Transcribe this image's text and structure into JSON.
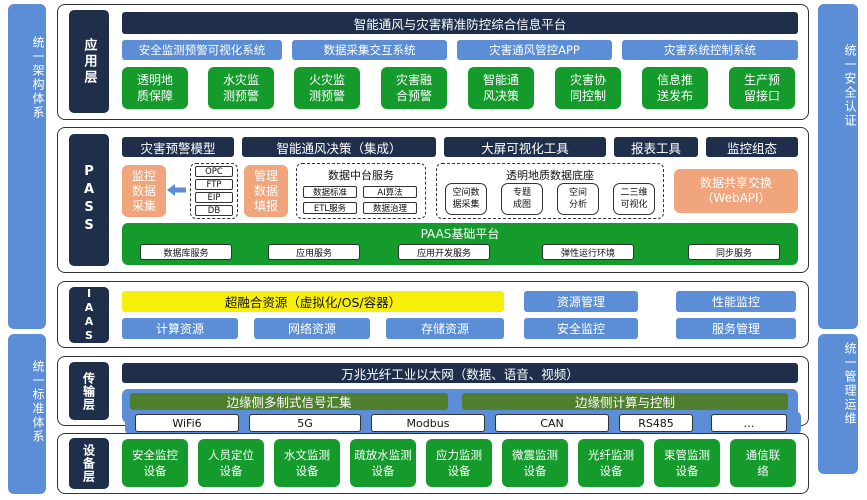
{
  "sidebars": {
    "left_top": "统一架构体系",
    "left_bottom": "统一标准体系",
    "right_top": "统一安全认证",
    "right_bottom": "统一管理运维"
  },
  "app_layer": {
    "label": "应用层",
    "title": "智能通风与灾害精准防控综合信息平台",
    "systems": [
      "安全监测预警可视化系统",
      "数据采集交互系统",
      "灾害通风管控APP",
      "灾害系统控制系统"
    ],
    "modules": [
      "透明地质保障",
      "水灾监测预警",
      "火灾监测预警",
      "灾害融合预警",
      "智能通风决策",
      "灾害协同控制",
      "信息推送发布",
      "生产预留接口"
    ]
  },
  "paas_layer": {
    "label": "PASS",
    "top_tools": [
      "灾害预警模型",
      "智能通风决策（集成）",
      "大屏可视化工具",
      "报表工具",
      "监控组态"
    ],
    "collect": "监控数据采集",
    "protocols": [
      "OPC",
      "FTP",
      "EIP",
      "DB"
    ],
    "manual": "管理数据填报",
    "data_center": {
      "title": "数据中台服务",
      "items": [
        "数据标准",
        "AI算法",
        "ETL服务",
        "数据治理"
      ]
    },
    "geo_base": {
      "title": "透明地质数据底座",
      "items": [
        "空间数据采集",
        "专题成图",
        "空间分析",
        "二三维可视化"
      ]
    },
    "share": "数据共享交换（WebAPI）",
    "platform": {
      "title": "PAAS基础平台",
      "services": [
        "数据库服务",
        "应用服务",
        "应用开发服务",
        "弹性运行环境",
        "同步服务"
      ]
    }
  },
  "iaas_layer": {
    "label": "IAAS",
    "converged": "超融合资源（虚拟化/OS/容器）",
    "resource_mgmt": "资源管理",
    "perf_monitor": "性能监控",
    "resources": [
      "计算资源",
      "网络资源",
      "存储资源",
      "安全监控",
      "服务管理"
    ]
  },
  "transport_layer": {
    "label": "传输层",
    "network": "万兆光纤工业以太网（数据、语音、视频）",
    "edge_left": "边缘侧多制式信号汇集",
    "edge_right": "边缘侧计算与控制",
    "protocols": [
      "WiFi6",
      "5G",
      "Modbus",
      "CAN",
      "RS485",
      "…"
    ]
  },
  "device_layer": {
    "label": "设备层",
    "devices": [
      "安全监控设备",
      "人员定位设备",
      "水文监测设备",
      "疏放水监测设备",
      "应力监测设备",
      "微震监测设备",
      "光纤监测设备",
      "束管监测设备",
      "通信联络"
    ]
  },
  "colors": {
    "navy": "#1f2f4b",
    "blue": "#5b8ed6",
    "green": "#149b2c",
    "peach": "#f0a57d",
    "yellow": "#f7ef0a",
    "olive": "#4e7f2e"
  }
}
